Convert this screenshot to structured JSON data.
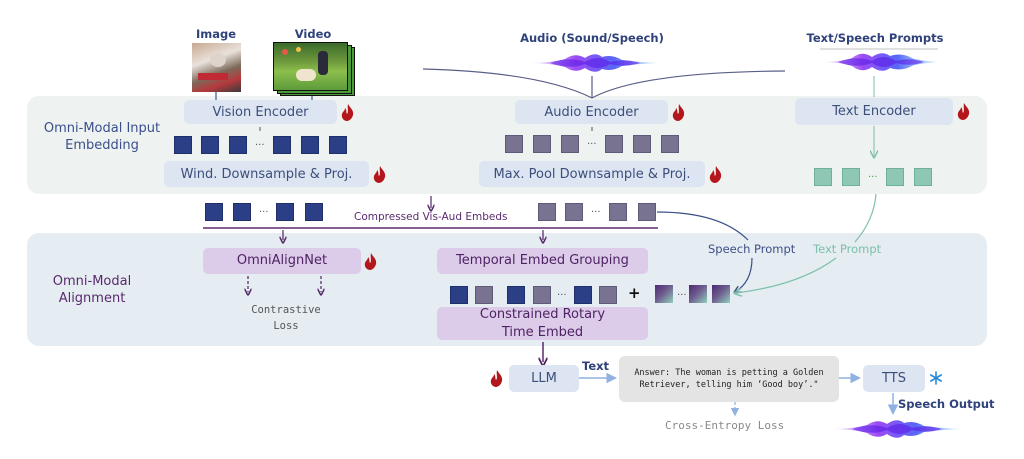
{
  "inputs": {
    "image_label": "Image",
    "video_label": "Video",
    "audio_label": "Audio (Sound/Speech)",
    "text_speech_label": "Text/Speech Prompts"
  },
  "sections": {
    "input_embedding": "Omni-Modal Input Embedding",
    "alignment": "Omni-Modal Alignment"
  },
  "blocks": {
    "vision_encoder": "Vision Encoder",
    "audio_encoder": "Audio Encoder",
    "text_encoder": "Text Encoder",
    "wind_downsample": "Wind. Downsample & Proj.",
    "maxpool_downsample": "Max. Pool Downsample & Proj.",
    "omnialignnet": "OmniAlignNet",
    "temporal_grouping": "Temporal Embed Grouping",
    "rotary_line1": "Constrained Rotary",
    "rotary_line2": "Time Embed",
    "llm": "LLM",
    "tts": "TTS"
  },
  "labels": {
    "compressed": "Compressed Vis-Aud Embeds",
    "speech_prompt": "Speech Prompt",
    "text_prompt": "Text Prompt",
    "contrastive_line1": "Contrastive",
    "contrastive_line2": "Loss",
    "text_arrow": "Text",
    "answer_line1": "Answer: The woman is petting a Golden",
    "answer_line2": "Retriever, telling him ‘Good boy’.\"",
    "cross_entropy": "Cross-Entropy Loss",
    "speech_output": "Speech Output",
    "ellipsis": "...",
    "plus": "+"
  },
  "icons": {
    "trainable": "flame-icon",
    "frozen": "snowflake-icon"
  },
  "colors": {
    "vision_token": "#2b3f86",
    "audio_token": "#777391",
    "text_token": "#8fc7b5",
    "flame": "#b3161b",
    "snowflake": "#2a8ad6"
  }
}
